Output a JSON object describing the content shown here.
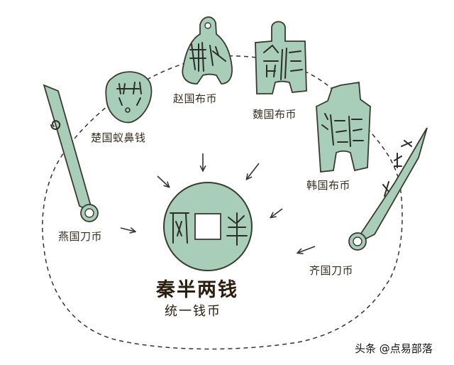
{
  "colors": {
    "coin_fill": "#a8cdb9",
    "outline": "#3a3a30",
    "text": "#3a2e22",
    "dashed_line": "#333333"
  },
  "labels": {
    "chu": "楚国蚁鼻钱",
    "zhao": "赵国布币",
    "wei": "魏国布币",
    "han": "韩国布币",
    "yan": "燕国刀币",
    "qi": "齐国刀币"
  },
  "center": {
    "title": "秦半两钱",
    "subtitle": "统一钱币"
  },
  "watermark": "头条 @点易部落"
}
